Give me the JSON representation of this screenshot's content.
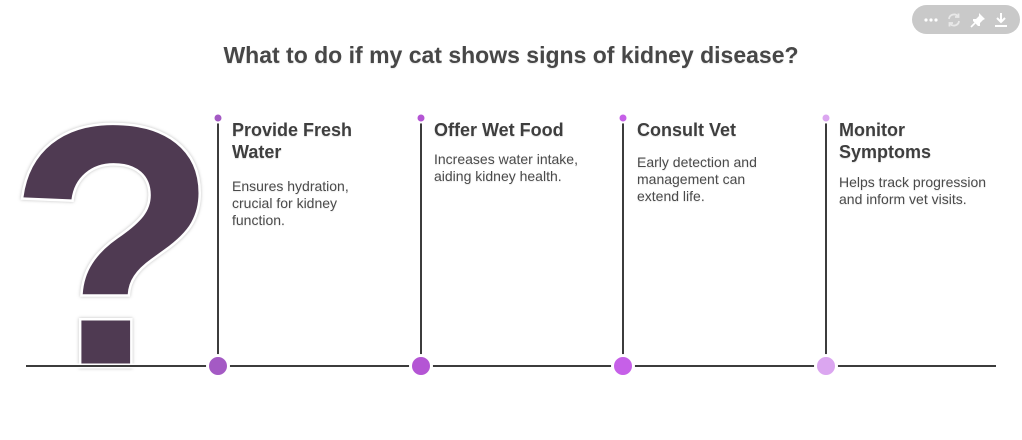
{
  "title": "What to do if my cat shows signs of kidney disease?",
  "toolbar": {
    "icons": [
      "more-icon",
      "refresh-icon",
      "pin-icon",
      "download-icon"
    ]
  },
  "steps": [
    {
      "title": "Provide Fresh Water",
      "description": "Ensures hydration, crucial for kidney function.",
      "color": "#a45ac4"
    },
    {
      "title": "Offer Wet Food",
      "description": "Increases water intake, aiding kidney health.",
      "color": "#b455d4"
    },
    {
      "title": "Consult Vet",
      "description": "Early detection and management can extend life.",
      "color": "#c660e8"
    },
    {
      "title": "Monitor Symptoms",
      "description": "Helps track progression and inform vet visits.",
      "color": "#dba6f0"
    }
  ],
  "colors": {
    "question_mark": "#4f3a52",
    "timeline": "#3c3c3c",
    "toolbar_bg": "#c9c9c9"
  }
}
